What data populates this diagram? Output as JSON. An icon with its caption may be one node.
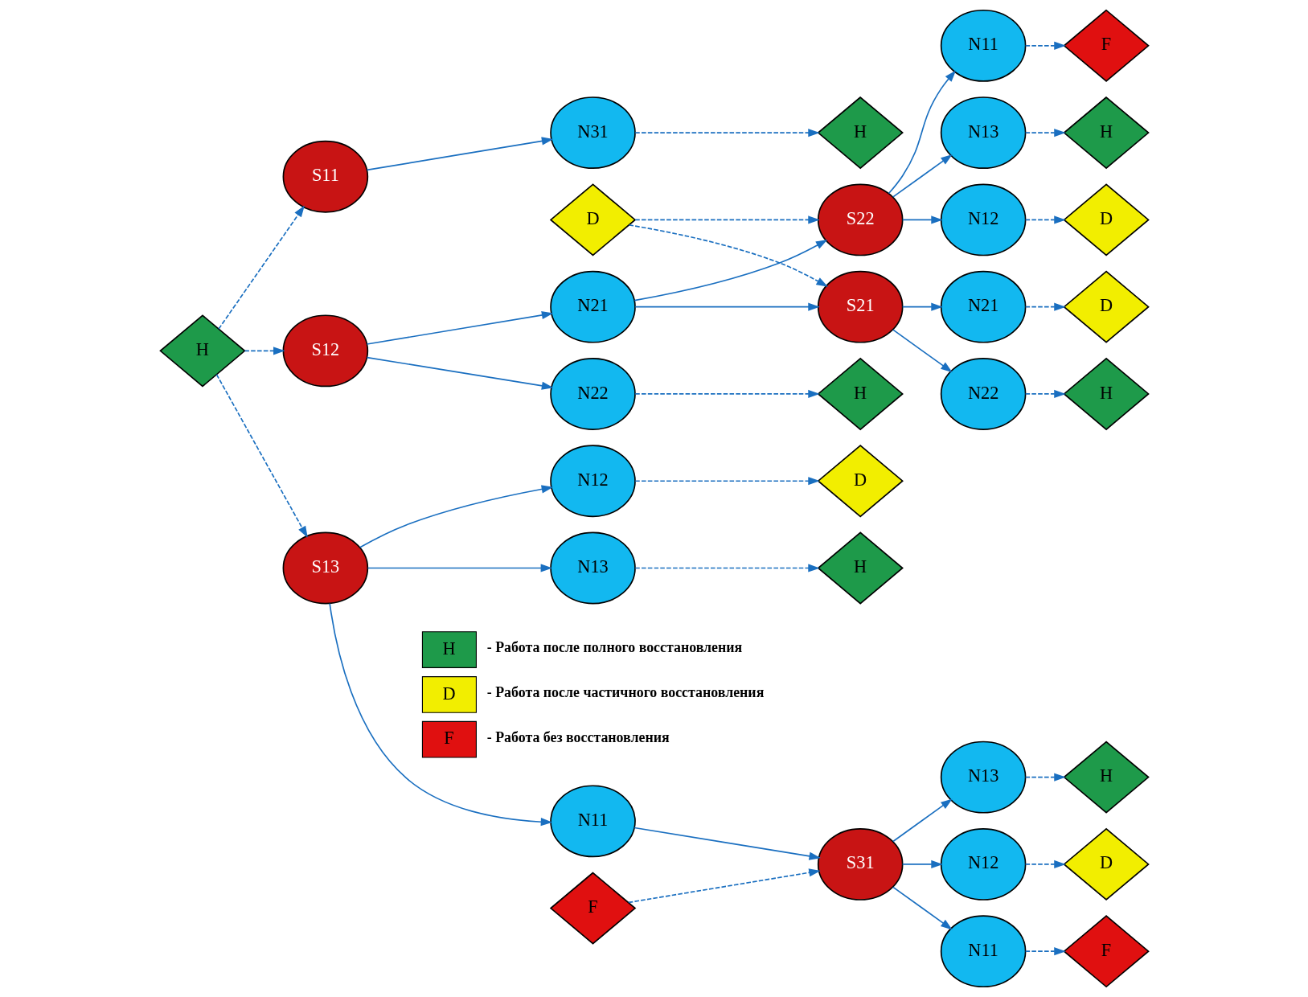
{
  "diagram": {
    "nodes": [
      {
        "text": [
          "H"
        ]
      },
      {
        "text": [
          "S11"
        ]
      },
      {
        "text": [
          "S12"
        ]
      },
      {
        "text": [
          "S13"
        ]
      },
      {
        "text": [
          "N31"
        ]
      },
      {
        "text": [
          "H"
        ]
      },
      {
        "text": [
          "N22"
        ]
      },
      {
        "text": [
          "H"
        ]
      },
      {
        "text": [
          "N21"
        ]
      },
      {
        "text": [
          "N11"
        ]
      },
      {
        "text": [
          "N12"
        ]
      },
      {
        "text": [
          "D"
        ]
      },
      {
        "text": [
          "N13"
        ]
      },
      {
        "text": [
          "H"
        ]
      },
      {
        "text": [
          "D"
        ]
      },
      {
        "text": [
          "S22"
        ]
      },
      {
        "text": [
          "S21"
        ]
      },
      {
        "text": [
          "N13"
        ]
      },
      {
        "text": [
          "H"
        ]
      },
      {
        "text": [
          "N12"
        ]
      },
      {
        "text": [
          "D"
        ]
      },
      {
        "text": [
          "N11"
        ]
      },
      {
        "text": [
          "F"
        ]
      },
      {
        "text": [
          "N22"
        ]
      },
      {
        "text": [
          "H"
        ]
      },
      {
        "text": [
          "N21"
        ]
      },
      {
        "text": [
          "D"
        ]
      },
      {
        "text": [
          "F"
        ]
      },
      {
        "text": [
          "S31"
        ]
      },
      {
        "text": [
          "N13"
        ]
      },
      {
        "text": [
          "H"
        ]
      },
      {
        "text": [
          "N12"
        ]
      },
      {
        "text": [
          "D"
        ]
      },
      {
        "text": [
          "N11"
        ]
      },
      {
        "text": [
          "F"
        ]
      }
    ],
    "edges": [
      {
        "from": 0,
        "to": 1,
        "arrow": "to",
        "style": "dashed"
      },
      {
        "from": 0,
        "to": 2,
        "arrow": "to",
        "style": "dashed"
      },
      {
        "from": 0,
        "to": 3,
        "arrow": "to",
        "style": "dashed"
      },
      {
        "from": 1,
        "to": 4,
        "arrow": "to"
      },
      {
        "from": 4,
        "to": 5,
        "arrow": "to",
        "style": "dashed"
      },
      {
        "from": 2,
        "to": 6,
        "arrow": "to"
      },
      {
        "from": 2,
        "to": 8,
        "arrow": "to"
      },
      {
        "from": 6,
        "to": 7,
        "arrow": "to",
        "style": "dashed"
      },
      {
        "from": 8,
        "to": 15,
        "arrow": "to"
      },
      {
        "from": 8,
        "to": 16,
        "arrow": "to"
      },
      {
        "from": 3,
        "to": 9,
        "arrow": "to"
      },
      {
        "from": 3,
        "to": 10,
        "arrow": "to"
      },
      {
        "from": 3,
        "to": 12,
        "arrow": "to"
      },
      {
        "from": 10,
        "to": 11,
        "arrow": "to",
        "style": "dashed"
      },
      {
        "from": 12,
        "to": 13,
        "arrow": "to",
        "style": "dashed"
      },
      {
        "from": 9,
        "to": 28,
        "arrow": "to"
      },
      {
        "from": 14,
        "to": 15,
        "arrow": "to",
        "style": "dashed"
      },
      {
        "from": 14,
        "to": 16,
        "arrow": "to",
        "style": "dashed"
      },
      {
        "from": 15,
        "to": 17,
        "arrow": "to"
      },
      {
        "from": 15,
        "to": 19,
        "arrow": "to"
      },
      {
        "from": 15,
        "to": 21,
        "arrow": "to"
      },
      {
        "from": 17,
        "to": 18,
        "arrow": "to",
        "style": "dashed"
      },
      {
        "from": 19,
        "to": 20,
        "arrow": "to",
        "style": "dashed"
      },
      {
        "from": 21,
        "to": 22,
        "arrow": "to",
        "style": "dashed"
      },
      {
        "from": 16,
        "to": 23,
        "arrow": "to"
      },
      {
        "from": 16,
        "to": 25,
        "arrow": "to"
      },
      {
        "from": 23,
        "to": 24,
        "arrow": "to",
        "style": "dashed"
      },
      {
        "from": 25,
        "to": 26,
        "arrow": "to",
        "style": "dashed"
      },
      {
        "from": 27,
        "to": 28,
        "arrow": "to",
        "style": "dashed"
      },
      {
        "from": 28,
        "to": 29,
        "arrow": "to"
      },
      {
        "from": 28,
        "to": 31,
        "arrow": "to"
      },
      {
        "from": 28,
        "to": 33,
        "arrow": "to"
      },
      {
        "from": 29,
        "to": 30,
        "arrow": "to",
        "style": "dashed"
      },
      {
        "from": 31,
        "to": 32,
        "arrow": "to",
        "style": "dashed"
      },
      {
        "from": 33,
        "to": 34,
        "arrow": "to",
        "style": "dashed"
      }
    ],
    "labels": [
      "H",
      "D",
      "F"
    ],
    "legend": [
      {
        "text": "- Работа после полного восстановления",
        "color": "#1e9a4a"
      },
      {
        "text": "- Работа после частичного восстановления",
        "color": "#f2ee00"
      },
      {
        "text": "- Работа без восстановления",
        "color": "#e01010"
      }
    ]
  }
}
